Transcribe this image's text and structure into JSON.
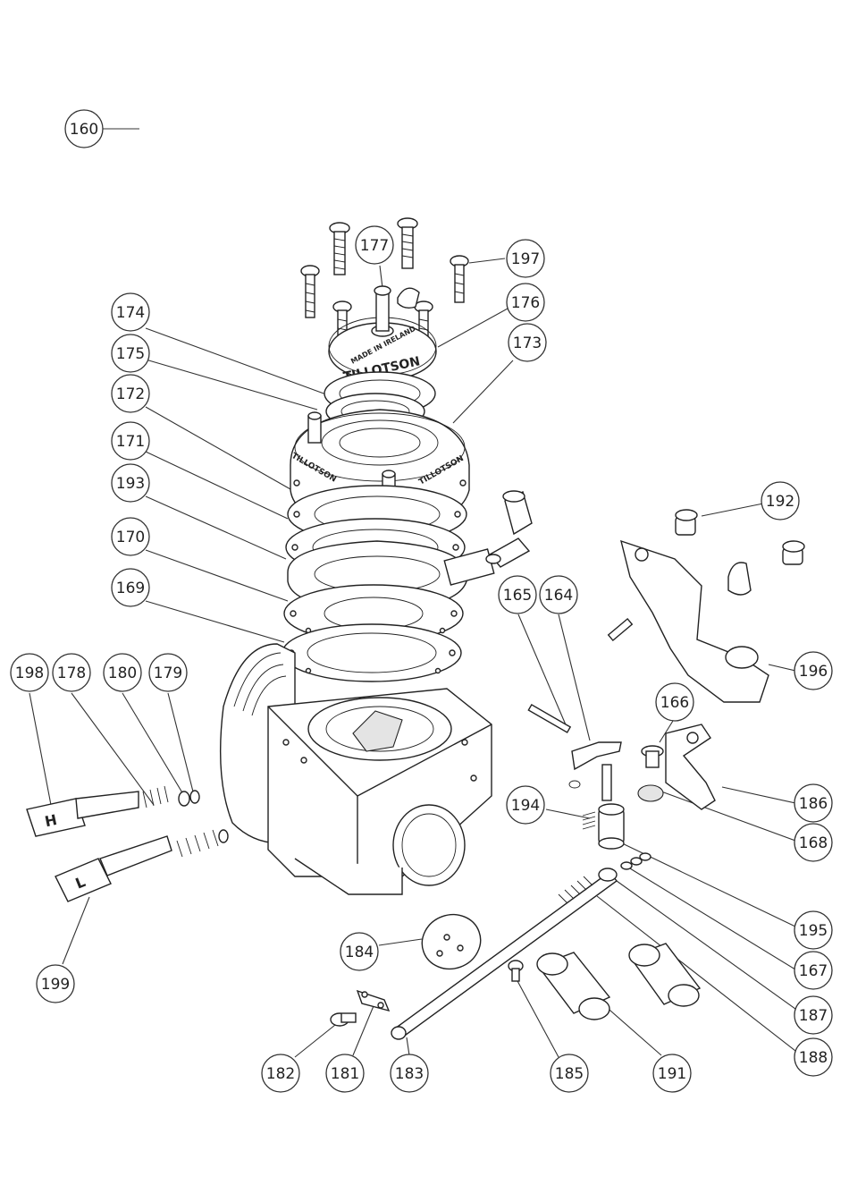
{
  "diagram": {
    "callouts": [
      {
        "id": "160"
      },
      {
        "id": "177"
      },
      {
        "id": "197"
      },
      {
        "id": "176"
      },
      {
        "id": "174"
      },
      {
        "id": "175"
      },
      {
        "id": "173"
      },
      {
        "id": "172"
      },
      {
        "id": "171"
      },
      {
        "id": "193"
      },
      {
        "id": "170"
      },
      {
        "id": "169"
      },
      {
        "id": "192"
      },
      {
        "id": "165"
      },
      {
        "id": "164"
      },
      {
        "id": "196"
      },
      {
        "id": "166"
      },
      {
        "id": "186"
      },
      {
        "id": "198"
      },
      {
        "id": "178"
      },
      {
        "id": "180"
      },
      {
        "id": "179"
      },
      {
        "id": "194"
      },
      {
        "id": "168"
      },
      {
        "id": "195"
      },
      {
        "id": "167"
      },
      {
        "id": "184"
      },
      {
        "id": "187"
      },
      {
        "id": "188"
      },
      {
        "id": "199"
      },
      {
        "id": "182"
      },
      {
        "id": "181"
      },
      {
        "id": "183"
      },
      {
        "id": "185"
      },
      {
        "id": "191"
      }
    ],
    "engraving": {
      "brand": "TILLOTSON",
      "origin": "MADE IN IRELAND",
      "knob_high": "H",
      "knob_low": "L"
    },
    "colors": {
      "line": "#222222",
      "fill": "#ffffff",
      "shade": "#e4e4e4"
    }
  }
}
